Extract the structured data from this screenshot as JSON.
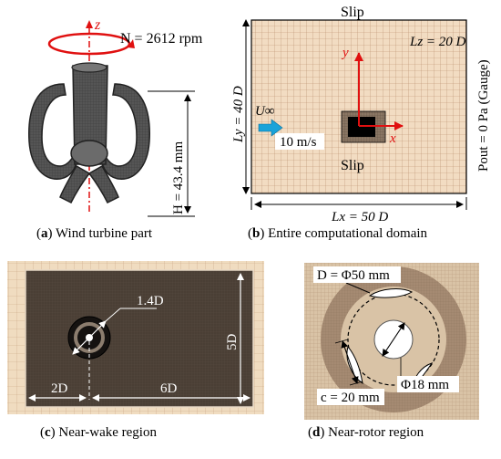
{
  "panel_a": {
    "caption_letter": "(a)",
    "caption_text": "Wind turbine part",
    "axis_label": "z",
    "speed_label": "N = 2612 rpm",
    "height_label": "H = 43.4 mm"
  },
  "panel_b": {
    "caption_letter": "(b)",
    "caption_text": "Entire computational domain",
    "slip_top": "Slip",
    "slip_bottom": "Slip",
    "lz_label": "Lz = 20 D",
    "ly_label": "Ly = 40 D",
    "lx_label": "Lx = 50 D",
    "pout_label": "Pout = 0 Pa (Gauge)",
    "inlet_label": "U∞",
    "inlet_speed": "10 m/s",
    "y_axis": "y",
    "x_axis": "x"
  },
  "panel_c": {
    "caption_letter": "(c)",
    "caption_text": "Near-wake region",
    "dia_label": "1.4D",
    "height_label": "5D",
    "upstream_label": "2D",
    "downstream_label": "6D"
  },
  "panel_d": {
    "caption_letter": "(d)",
    "caption_text": "Near-rotor region",
    "rotor_dia_label": "D = Φ50 mm",
    "chord_label": "c = 20 mm",
    "hub_dia_label": "Φ18 mm"
  },
  "colors": {
    "mesh_bg": "#f2dcc2",
    "mesh_line": "#b98c6c",
    "wake_fill": "#4a3f35",
    "arrow_blue": "#1aa3d9",
    "axis_red": "#e01010"
  }
}
